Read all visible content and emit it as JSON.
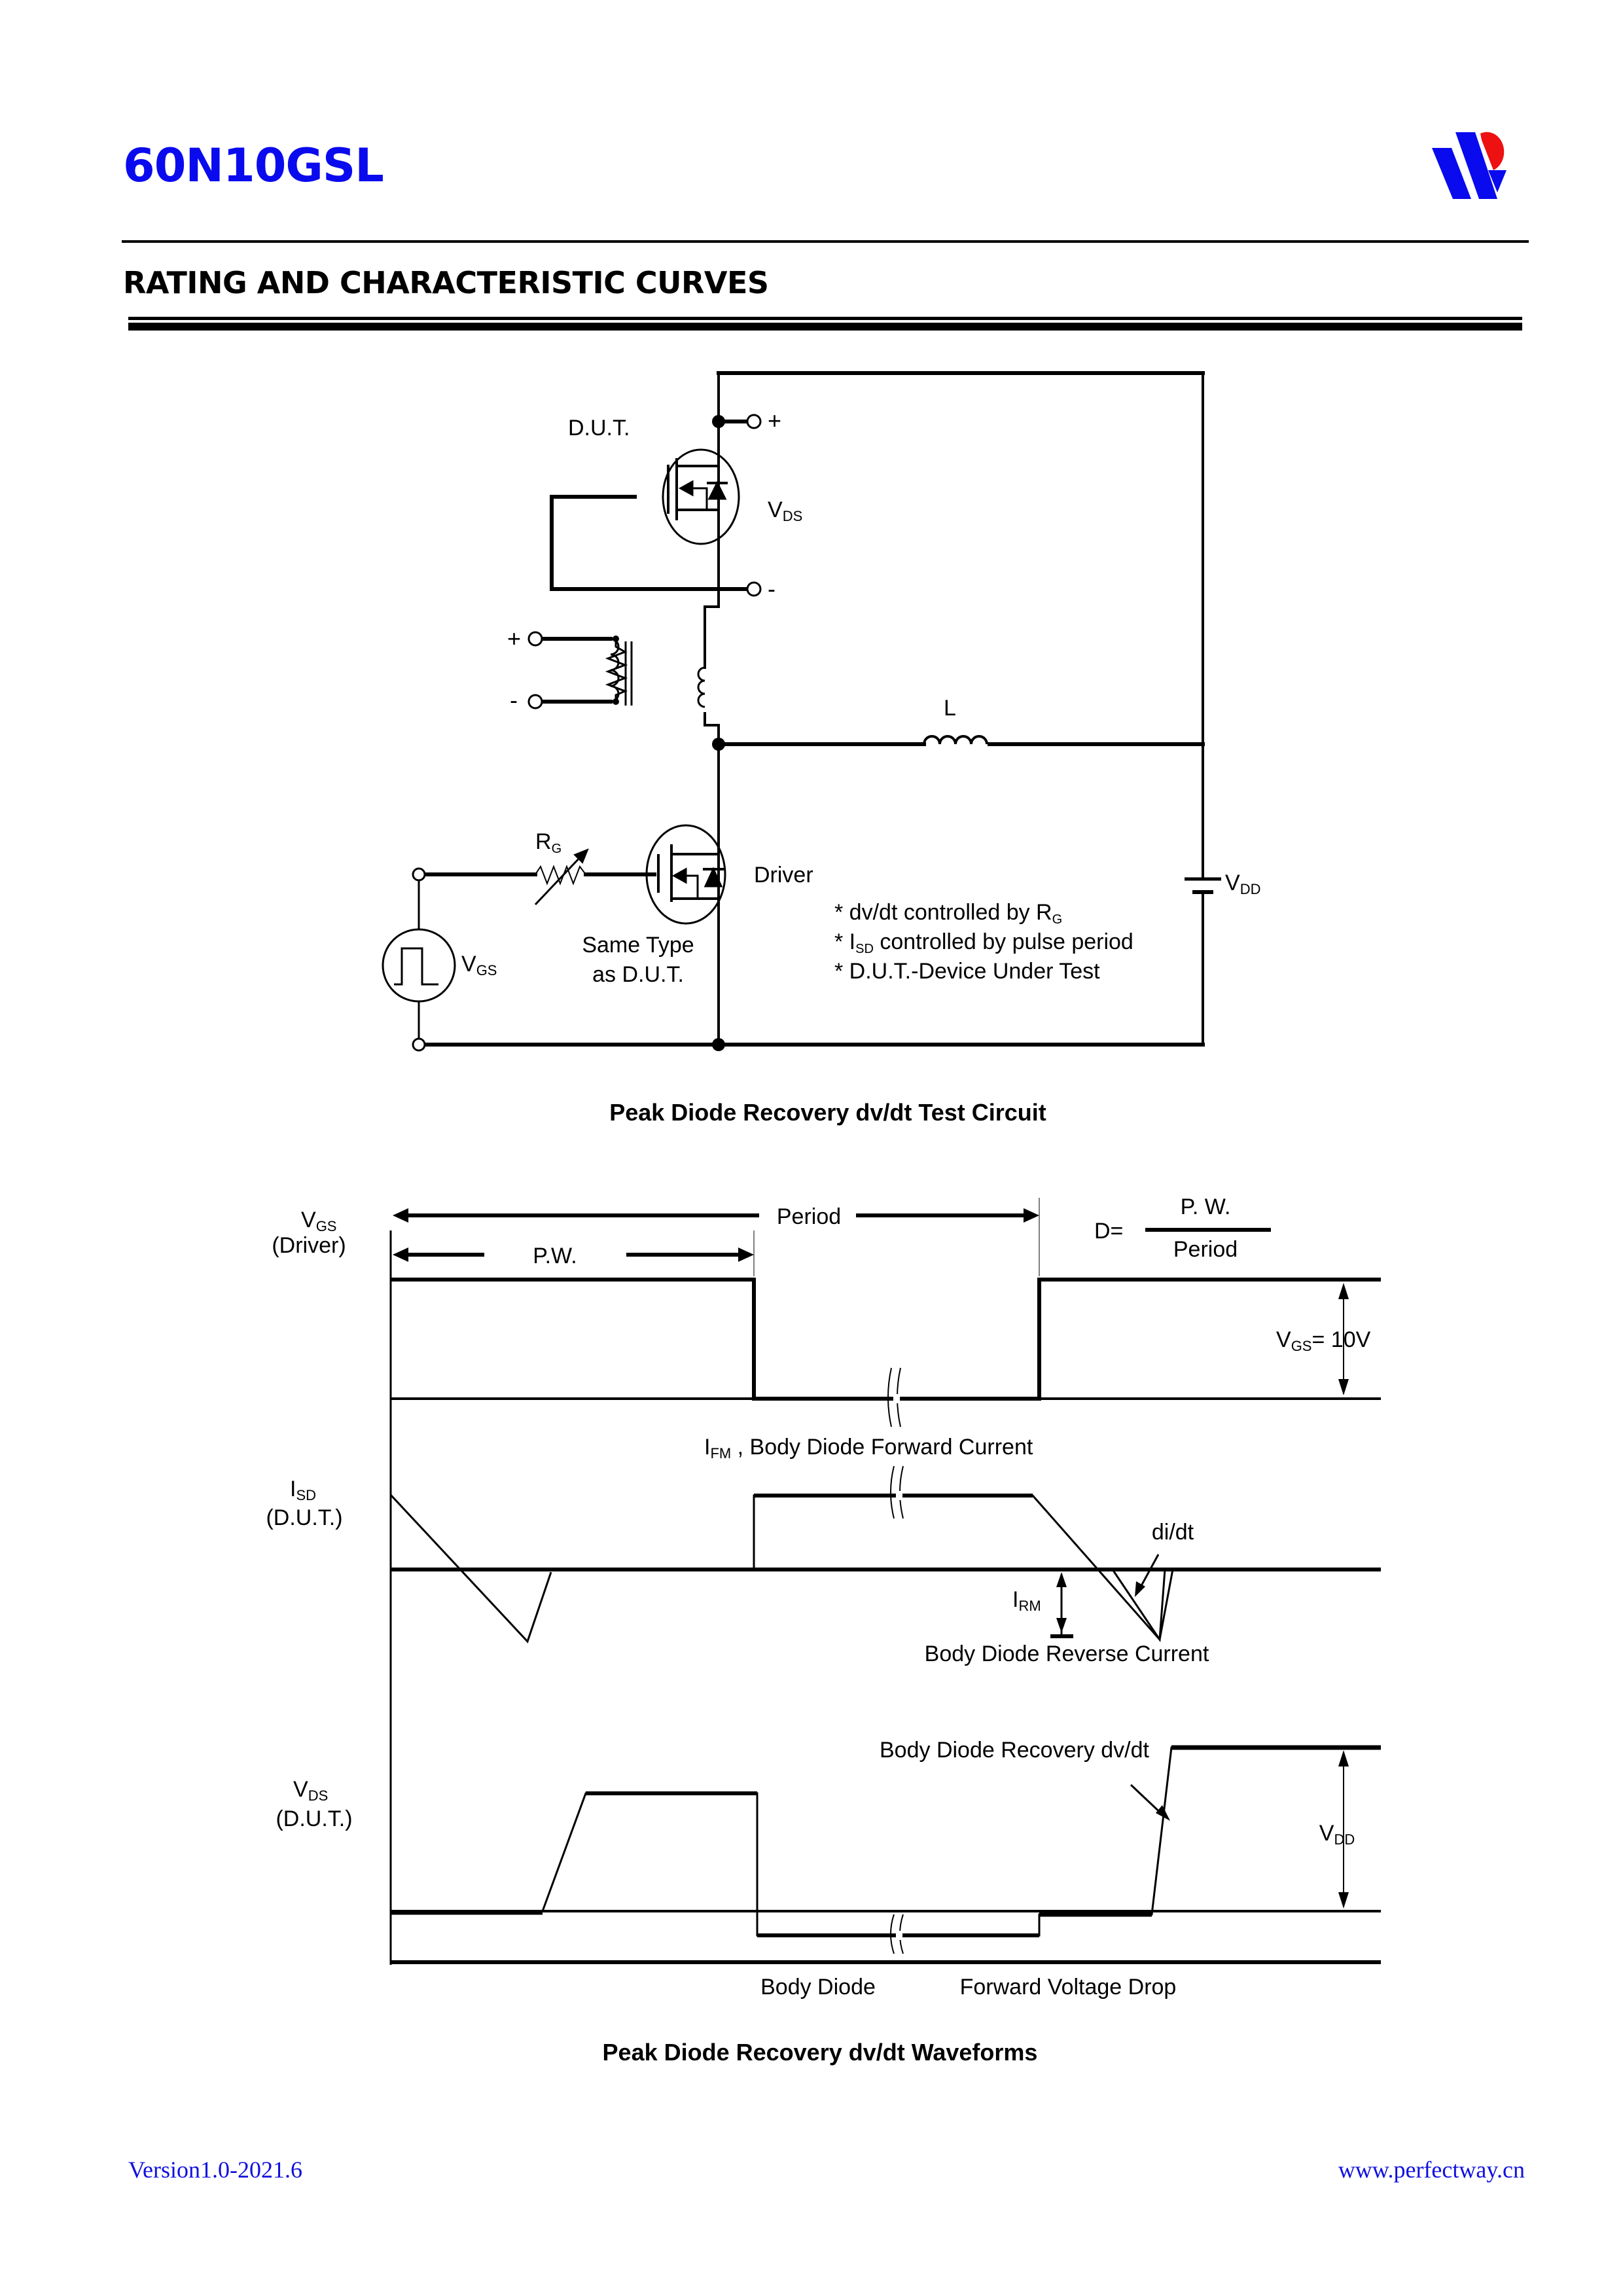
{
  "header": {
    "title": "60N10GSL",
    "logo": "perfectway-logo",
    "brand_colors": {
      "blue": "#0a0aee",
      "red": "#ee1111"
    }
  },
  "section": {
    "title": "RATING AND CHARACTERISTIC CURVES"
  },
  "circuit": {
    "caption": "Peak Diode Recovery dv/dt Test Circuit",
    "labels": {
      "dut": "D.U.T.",
      "plus_terminal": "+",
      "minus_terminal": "-",
      "vds": "V",
      "vds_sub": "DS",
      "pulse_plus": "+",
      "pulse_minus": "-",
      "inductor": "L",
      "rg": "R",
      "rg_sub": "G",
      "driver": "Driver",
      "same_type_1": "Same Type",
      "same_type_2": "as D.U.T.",
      "vgs": "V",
      "vgs_sub": "GS",
      "vdd": "V",
      "vdd_sub": "DD"
    },
    "notes": [
      {
        "prefix": "* dv/dt controlled by R",
        "sub": "G",
        "suffix": ""
      },
      {
        "prefix": "* I",
        "sub": "SD",
        "suffix": " controlled by pulse period"
      },
      {
        "prefix": "* D.U.T.-Device Under Test",
        "sub": "",
        "suffix": ""
      }
    ]
  },
  "waveforms": {
    "caption": "Peak Diode Recovery dv/dt Waveforms",
    "vgs_label": {
      "main": "V",
      "sub": "GS",
      "line2": "(Driver)"
    },
    "isd_label": {
      "main": "I",
      "sub": "SD",
      "line2": "(D.U.T.)"
    },
    "vds_label": {
      "main": "V",
      "sub": "DS",
      "line2": "(D.U.T.)"
    },
    "period": "Period",
    "pw": "P.W.",
    "duty_prefix": "D=",
    "duty_numerator": "P. W.",
    "duty_denominator": "Period",
    "vgs_amplitude": {
      "main": "V",
      "sub": "GS",
      "suffix": "= 10V"
    },
    "ifm": {
      "main": "I",
      "sub": "FM",
      "suffix": " , Body Diode Forward Current"
    },
    "didt": "di/dt",
    "irm": {
      "main": "I",
      "sub": "RM"
    },
    "reverse_current": "Body Diode Reverse Current",
    "recovery_dvdt": "Body Diode Recovery dv/dt",
    "vdd": {
      "main": "V",
      "sub": "DD"
    },
    "body_diode": "Body Diode",
    "forward_drop": "Forward Voltage Drop"
  },
  "footer": {
    "version": "Version1.0-2021.6",
    "website": "www.perfectway.cn"
  }
}
